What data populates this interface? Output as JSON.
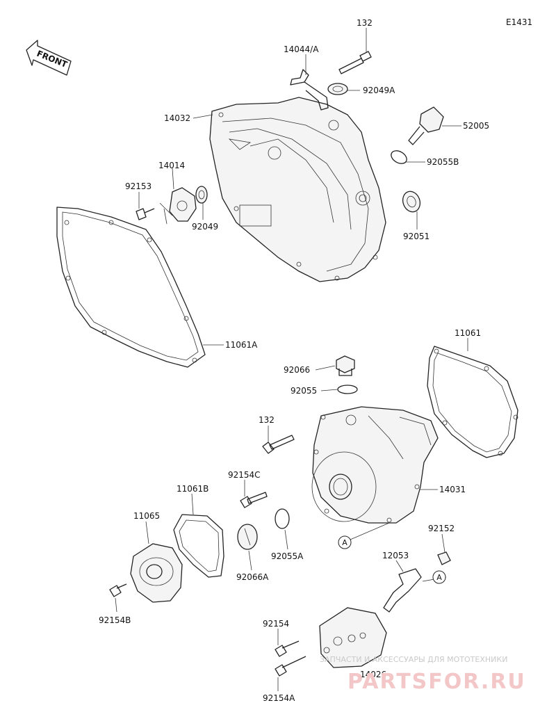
{
  "diagram_code": "E1431",
  "front_arrow": "FRONT",
  "labels": [
    {
      "id": "132-top",
      "text": "132"
    },
    {
      "id": "14044A",
      "text": "14044/A"
    },
    {
      "id": "92049A",
      "text": "92049A"
    },
    {
      "id": "14032",
      "text": "14032"
    },
    {
      "id": "52005",
      "text": "52005"
    },
    {
      "id": "92055B",
      "text": "92055B"
    },
    {
      "id": "14014",
      "text": "14014"
    },
    {
      "id": "92153",
      "text": "92153"
    },
    {
      "id": "92049",
      "text": "92049"
    },
    {
      "id": "92051",
      "text": "92051"
    },
    {
      "id": "11061A",
      "text": "11061A"
    },
    {
      "id": "11061",
      "text": "11061"
    },
    {
      "id": "92066",
      "text": "92066"
    },
    {
      "id": "92055",
      "text": "92055"
    },
    {
      "id": "132-mid",
      "text": "132"
    },
    {
      "id": "14031",
      "text": "14031"
    },
    {
      "id": "92154C",
      "text": "92154C"
    },
    {
      "id": "11061B",
      "text": "11061B"
    },
    {
      "id": "11065",
      "text": "11065"
    },
    {
      "id": "92066A",
      "text": "92066A"
    },
    {
      "id": "92055A",
      "text": "92055A"
    },
    {
      "id": "92152",
      "text": "92152"
    },
    {
      "id": "12053",
      "text": "12053"
    },
    {
      "id": "92154B",
      "text": "92154B"
    },
    {
      "id": "92154",
      "text": "92154"
    },
    {
      "id": "14026",
      "text": "14026"
    },
    {
      "id": "92154A",
      "text": "92154A"
    }
  ],
  "ref_markers": [
    "A",
    "A"
  ],
  "watermark": {
    "caption": "ЗАПЧАСТИ И АКСЕССУАРЫ ДЛЯ МОТОТЕХНИКИ",
    "brand": "PARTSFOR.RU"
  }
}
